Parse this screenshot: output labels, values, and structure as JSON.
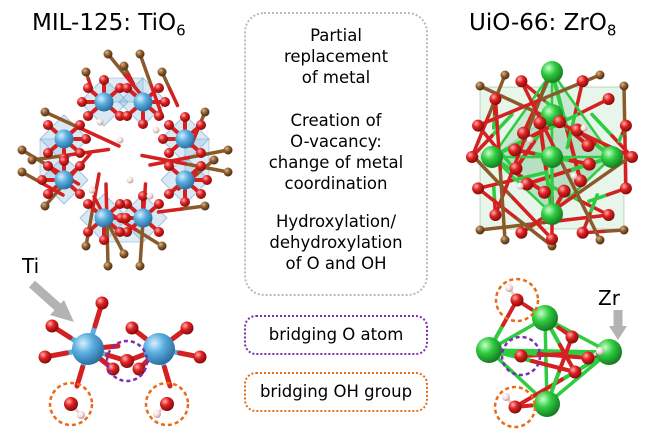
{
  "titles": {
    "left": {
      "main": "MIL-125: TiO",
      "sub": "6"
    },
    "right": {
      "main": "UiO-66: ZrO",
      "sub": "8"
    }
  },
  "panel": {
    "line1": "Partial",
    "line2": "replacement",
    "line3": "of metal",
    "line4": "Creation of",
    "line5": "O-vacancy:",
    "line6": "change of metal",
    "line7": "coordination",
    "line8": "Hydroxylation/",
    "line9": "dehydroxylation",
    "line10": "of O and OH"
  },
  "legend": {
    "bridging_o": "bridging O atom",
    "bridging_oh": "bridging OH group"
  },
  "labels": {
    "ti": "Ti",
    "zr": "Zr"
  },
  "colors": {
    "titanium": "#5aaee0",
    "zirconium": "#2ecc40",
    "oxygen": "#e02020",
    "carbon": "#8b5a2b",
    "hydrogen": "#f2d9d9",
    "o_marker": "#7a2fb3",
    "oh_marker": "#ea6b16",
    "box_border": "#b9b9b9",
    "arrow": "#b3b3b3"
  }
}
